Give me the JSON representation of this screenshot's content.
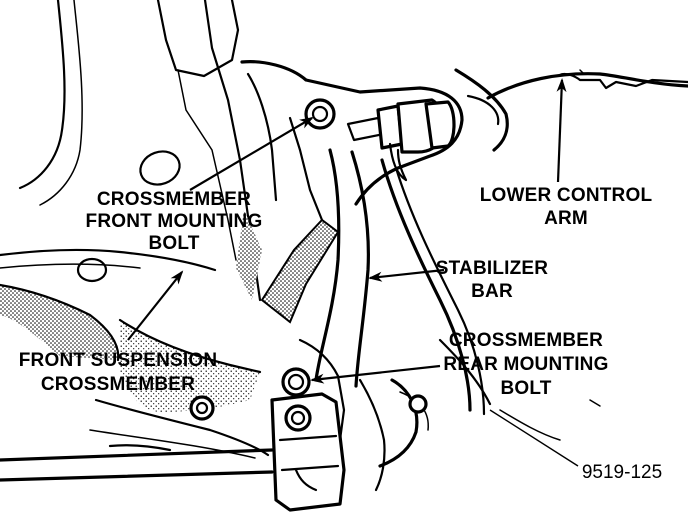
{
  "labels": {
    "crossmember_front_mounting_bolt": [
      "CROSSMEMBER",
      "FRONT MOUNTING",
      "BOLT"
    ],
    "front_suspension_crossmember": [
      "FRONT SUSPENSION",
      "CROSSMEMBER"
    ],
    "lower_control_arm": [
      "LOWER CONTROL",
      "ARM"
    ],
    "stabilizer_bar": [
      "STABILIZER",
      "BAR"
    ],
    "crossmember_rear_mounting_bolt": [
      "CROSSMEMBER",
      "REAR MOUNTING",
      "BOLT"
    ]
  },
  "figure_number": "9519-125",
  "colors": {
    "ink": "#000000",
    "background": "#ffffff",
    "shading": "#000000"
  }
}
